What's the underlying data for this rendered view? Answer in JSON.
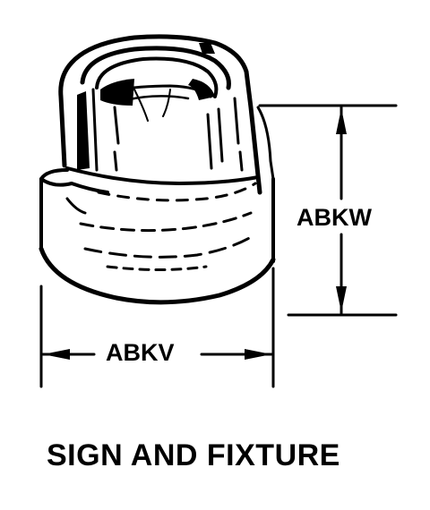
{
  "dimensions": {
    "height_code": "ABKW",
    "width_code": "ABKV"
  },
  "caption": "SIGN AND FIXTURE"
}
